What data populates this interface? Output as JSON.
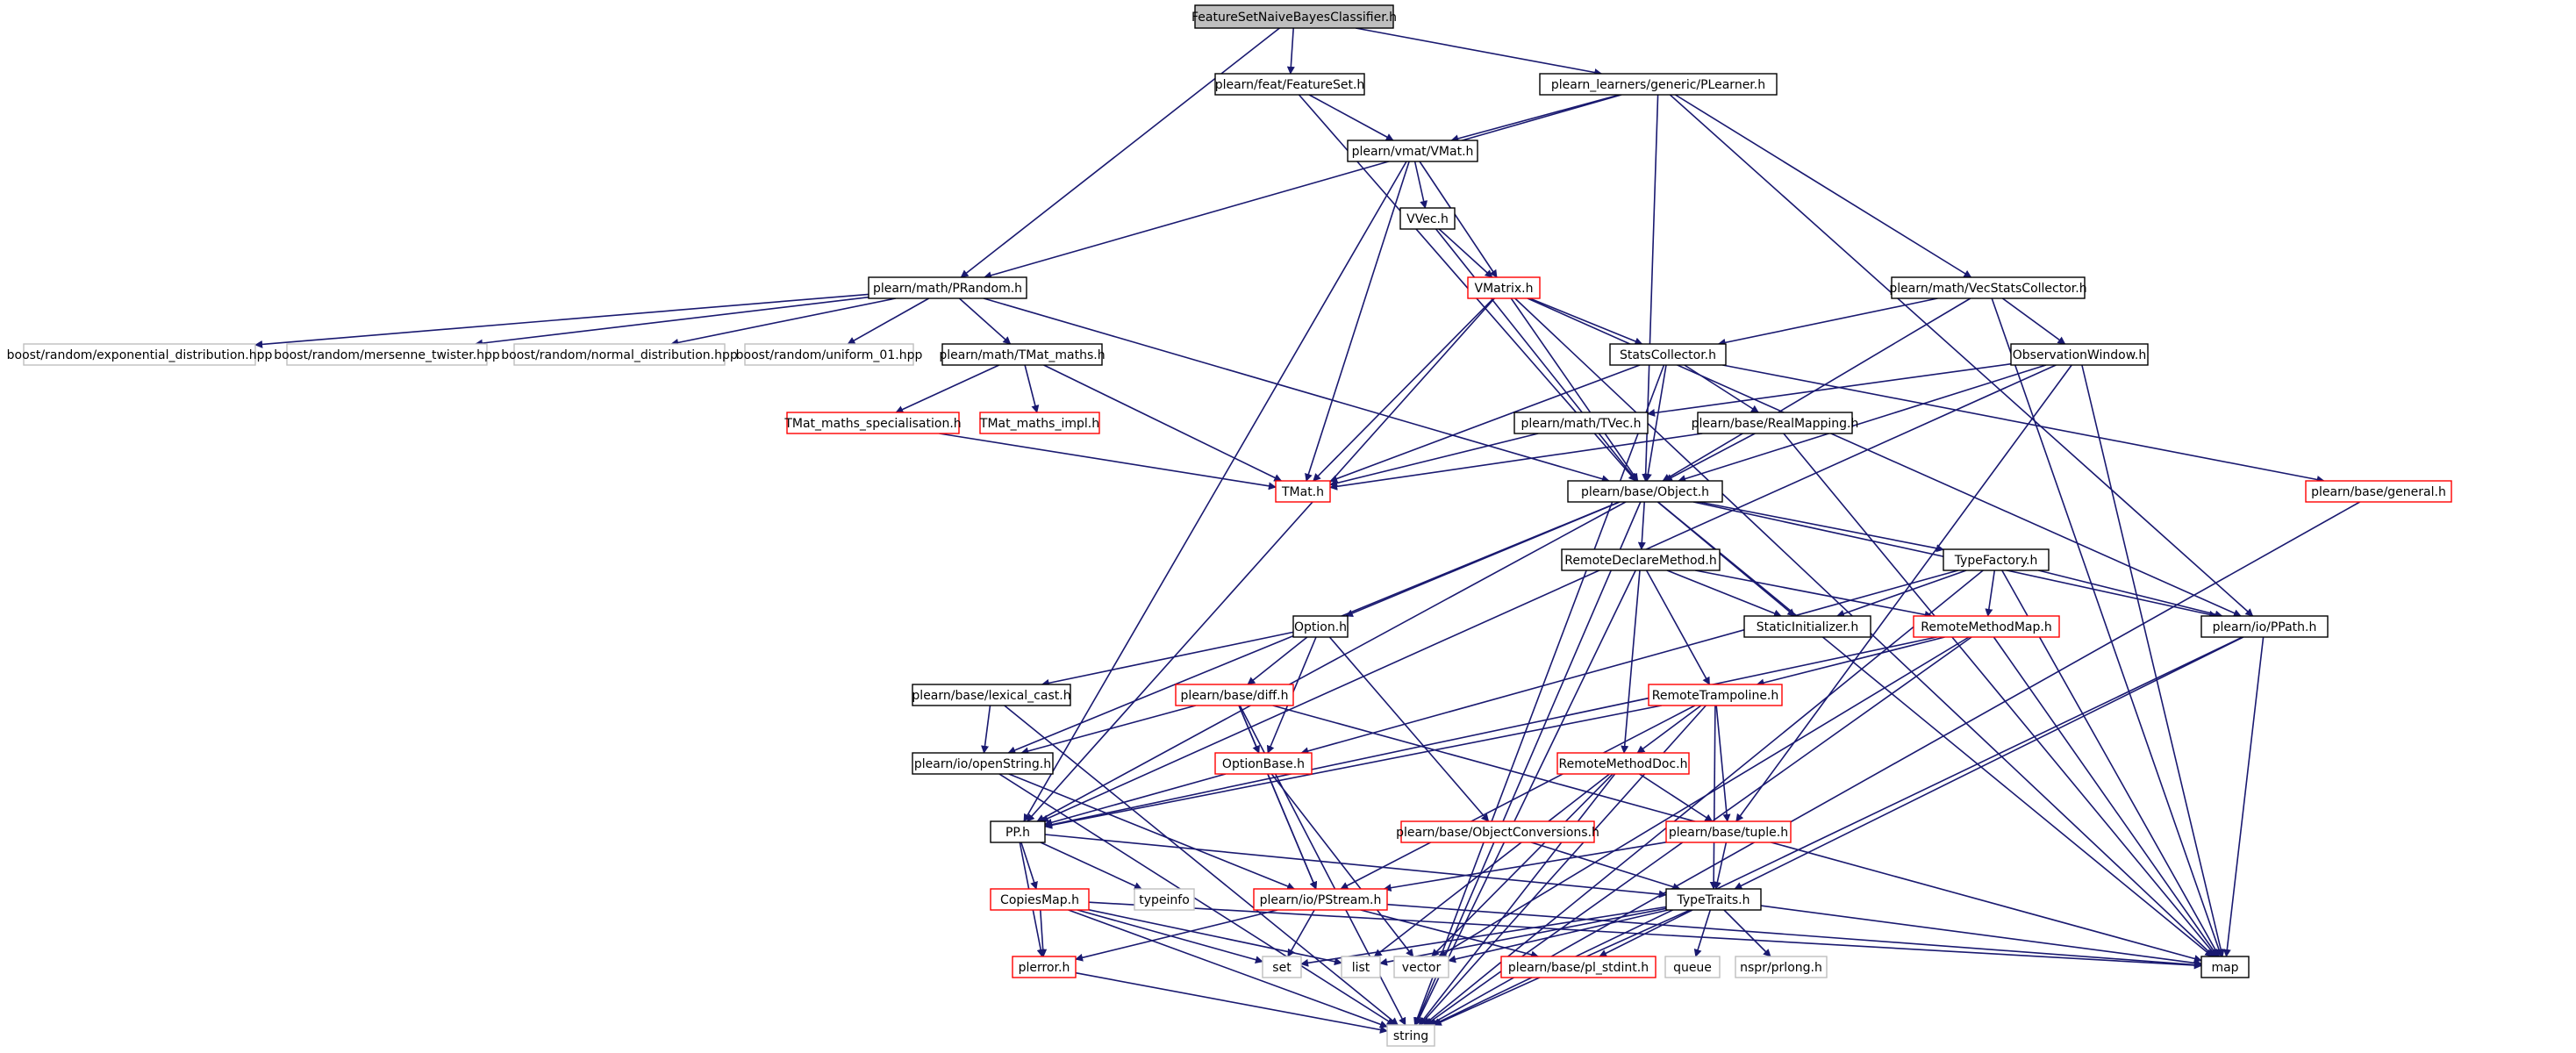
{
  "diagram": {
    "colors": {
      "edge": "#191970",
      "box_fill": "#ffffff",
      "root_fill": "#bfbfbf",
      "border_black": "#000000",
      "border_red": "#ff0000",
      "border_gray": "#bfbfbf",
      "text": "#000000"
    },
    "nodes": {
      "root": "FeatureSetNaiveBayesClassifier.h",
      "featureset": "plearn/feat/FeatureSet.h",
      "plearner": "plearn_learners/generic/PLearner.h",
      "vmat": "plearn/vmat/VMat.h",
      "vvec": "VVec.h",
      "vmatrix": "VMatrix.h",
      "prandom": "plearn/math/PRandom.h",
      "boost_exp": "boost/random/exponential_distribution.hpp",
      "boost_mt": "boost/random/mersenne_twister.hpp",
      "boost_normal": "boost/random/normal_distribution.hpp",
      "boost_uniform": "boost/random/uniform_01.hpp",
      "tmat_maths": "plearn/math/TMat_maths.h",
      "tmat_spec": "TMat_maths_specialisation.h",
      "tmat_impl": "TMat_maths_impl.h",
      "tmat": "TMat.h",
      "statscollector": "StatsCollector.h",
      "tvec": "plearn/math/TVec.h",
      "realmapping": "plearn/base/RealMapping.h",
      "object": "plearn/base/Object.h",
      "vecstats": "plearn/math/VecStatsCollector.h",
      "obswindow": "ObservationWindow.h",
      "general": "plearn/base/general.h",
      "remotedeclare": "RemoteDeclareMethod.h",
      "staticinit": "StaticInitializer.h",
      "typefactory": "TypeFactory.h",
      "remotemethodmap": "RemoteMethodMap.h",
      "ppath": "plearn/io/PPath.h",
      "option": "Option.h",
      "lexicalcast": "plearn/base/lexical_cast.h",
      "diff": "plearn/base/diff.h",
      "remotetrampoline": "RemoteTrampoline.h",
      "openstring": "plearn/io/openString.h",
      "optionbase": "OptionBase.h",
      "remotemethoddoc": "RemoteMethodDoc.h",
      "pp": "PP.h",
      "objconv": "plearn/base/ObjectConversions.h",
      "tuple": "plearn/base/tuple.h",
      "copiesmap": "CopiesMap.h",
      "typeinfo": "typeinfo",
      "pstream": "plearn/io/PStream.h",
      "typetraits": "TypeTraits.h",
      "perror": "plerror.h",
      "set": "set",
      "list": "list",
      "vector": "vector",
      "plstdint": "plearn/base/pl_stdint.h",
      "queue": "queue",
      "prlong": "nspr/prlong.h",
      "map": "map",
      "string": "string"
    }
  }
}
